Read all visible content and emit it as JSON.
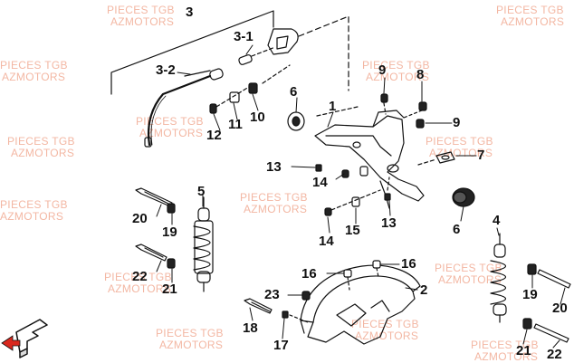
{
  "watermark": {
    "line1": "PIECES TGB",
    "line2": "AZMOTORS",
    "color": "#f3b7a3"
  },
  "callouts": {
    "c3": "3",
    "c3_1": "3-1",
    "c3_2": "3-2",
    "c1": "1",
    "c2": "2",
    "c4": "4",
    "c5": "5",
    "c6a": "6",
    "c6b": "6",
    "c7": "7",
    "c8": "8",
    "c9a": "9",
    "c9b": "9",
    "c10": "10",
    "c11": "11",
    "c12": "12",
    "c13a": "13",
    "c13b": "13",
    "c14a": "14",
    "c14b": "14",
    "c15": "15",
    "c16a": "16",
    "c16b": "16",
    "c17": "17",
    "c18": "18",
    "c19a": "19",
    "c19b": "19",
    "c20a": "20",
    "c20b": "20",
    "c21a": "21",
    "c21b": "21",
    "c22a": "22",
    "c22b": "22",
    "c23": "23"
  },
  "corner_icon": {
    "name": "front-direction-icon",
    "accent": "#d9281e"
  }
}
